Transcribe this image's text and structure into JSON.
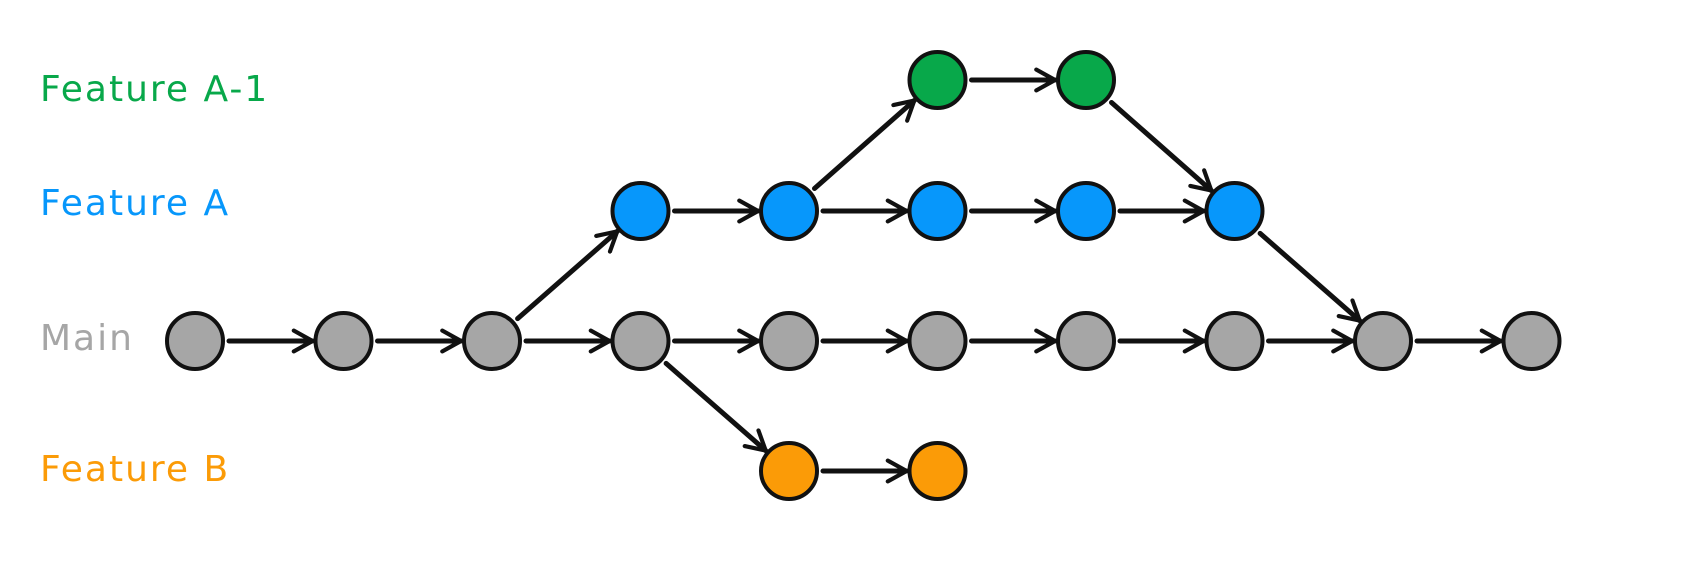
{
  "branches": [
    {
      "id": "feature-a-1",
      "label": "Feature A-1",
      "color": "#08a84a"
    },
    {
      "id": "feature-a",
      "label": "Feature A",
      "color": "#0797fb"
    },
    {
      "id": "main",
      "label": "Main",
      "color": "#a6a6a6"
    },
    {
      "id": "feature-b",
      "label": "Feature B",
      "color": "#fb9b07"
    }
  ],
  "commits": [
    {
      "id": "m1",
      "branch": "main",
      "col": 0
    },
    {
      "id": "m2",
      "branch": "main",
      "col": 1
    },
    {
      "id": "m3",
      "branch": "main",
      "col": 2
    },
    {
      "id": "m4",
      "branch": "main",
      "col": 3
    },
    {
      "id": "m5",
      "branch": "main",
      "col": 4
    },
    {
      "id": "m6",
      "branch": "main",
      "col": 5
    },
    {
      "id": "m7",
      "branch": "main",
      "col": 6
    },
    {
      "id": "m8",
      "branch": "main",
      "col": 7
    },
    {
      "id": "m9",
      "branch": "main",
      "col": 8
    },
    {
      "id": "m10",
      "branch": "main",
      "col": 9
    },
    {
      "id": "a1",
      "branch": "feature-a",
      "col": 3
    },
    {
      "id": "a2",
      "branch": "feature-a",
      "col": 4
    },
    {
      "id": "a3",
      "branch": "feature-a",
      "col": 5
    },
    {
      "id": "a4",
      "branch": "feature-a",
      "col": 6
    },
    {
      "id": "a5",
      "branch": "feature-a",
      "col": 7
    },
    {
      "id": "a11",
      "branch": "feature-a-1",
      "col": 5
    },
    {
      "id": "a12",
      "branch": "feature-a-1",
      "col": 6
    },
    {
      "id": "b1",
      "branch": "feature-b",
      "col": 4
    },
    {
      "id": "b2",
      "branch": "feature-b",
      "col": 5
    }
  ],
  "edges": [
    {
      "from": "m1",
      "to": "m2"
    },
    {
      "from": "m2",
      "to": "m3"
    },
    {
      "from": "m3",
      "to": "m4"
    },
    {
      "from": "m4",
      "to": "m5"
    },
    {
      "from": "m5",
      "to": "m6"
    },
    {
      "from": "m6",
      "to": "m7"
    },
    {
      "from": "m7",
      "to": "m8"
    },
    {
      "from": "m8",
      "to": "m9"
    },
    {
      "from": "m9",
      "to": "m10"
    },
    {
      "from": "m3",
      "to": "a1"
    },
    {
      "from": "a1",
      "to": "a2"
    },
    {
      "from": "a2",
      "to": "a3"
    },
    {
      "from": "a3",
      "to": "a4"
    },
    {
      "from": "a4",
      "to": "a5"
    },
    {
      "from": "a2",
      "to": "a11"
    },
    {
      "from": "a11",
      "to": "a12"
    },
    {
      "from": "a12",
      "to": "a5"
    },
    {
      "from": "a5",
      "to": "m9"
    },
    {
      "from": "m4",
      "to": "b1"
    },
    {
      "from": "b1",
      "to": "b2"
    }
  ]
}
